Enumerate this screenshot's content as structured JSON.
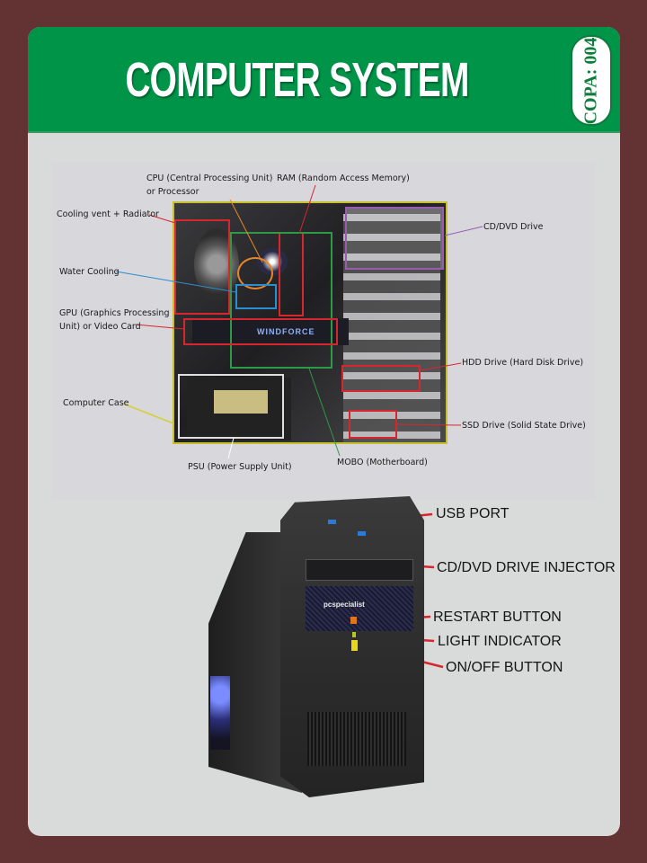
{
  "header": {
    "title": "COMPUTER SYSTEM",
    "badge": "COPA: 004",
    "colors": {
      "header_bg": "#009448",
      "page_bg": "#633333",
      "card_bg": "#d9dbda"
    }
  },
  "internal_diagram": {
    "labels": [
      {
        "id": "cpu",
        "text_line1": "CPU (Central Processing Unit)",
        "text_line2": "or Processor",
        "leader_color": "#e8862b"
      },
      {
        "id": "ram",
        "text": "RAM (Random Access Memory)",
        "leader_color": "#d8262e"
      },
      {
        "id": "cooling-vent",
        "text": "Cooling vent + Radiator",
        "leader_color": "#d8262e"
      },
      {
        "id": "water-cooling",
        "text": "Water Cooling",
        "leader_color": "#2a8fd0"
      },
      {
        "id": "gpu",
        "text_line1": "GPU (Graphics Processing",
        "text_line2": "Unit) or Video Card",
        "leader_color": "#d8262e"
      },
      {
        "id": "computer-case",
        "text": "Computer Case",
        "leader_color": "#d6cf3a"
      },
      {
        "id": "psu",
        "text": "PSU (Power Supply Unit)",
        "leader_color": "#ffffff"
      },
      {
        "id": "mobo",
        "text": "MOBO (Motherboard)",
        "leader_color": "#2e9a48"
      },
      {
        "id": "cd-dvd",
        "text": "CD/DVD Drive",
        "leader_color": "#9a5bb0"
      },
      {
        "id": "hdd",
        "text": "HDD Drive (Hard Disk Drive)",
        "leader_color": "#d8262e"
      },
      {
        "id": "ssd",
        "text": "SSD Drive (Solid State Drive)",
        "leader_color": "#d8262e"
      }
    ],
    "gpu_brand": "WINDFORCE"
  },
  "external_diagram": {
    "labels": [
      {
        "id": "usb-port",
        "text": "USB PORT"
      },
      {
        "id": "cd-dvd-injector",
        "text": "CD/DVD DRIVE INJECTOR"
      },
      {
        "id": "restart-button",
        "text": "RESTART BUTTON"
      },
      {
        "id": "light-indicator",
        "text": "LIGHT INDICATOR"
      },
      {
        "id": "on-off-button",
        "text": "ON/OFF BUTTON"
      }
    ],
    "case_brand": "pcspecialist",
    "leader_color": "#d8262e"
  }
}
